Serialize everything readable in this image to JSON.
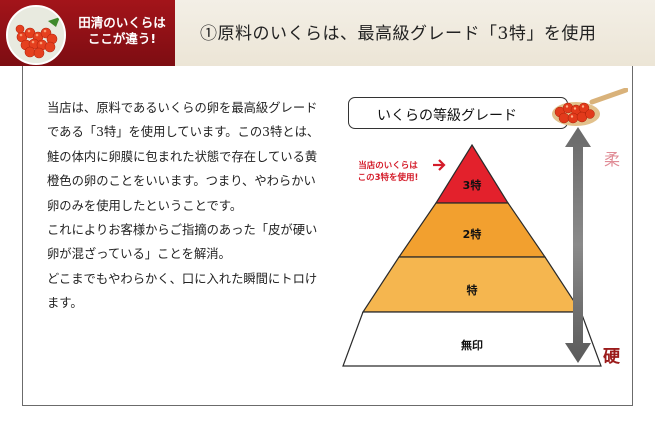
{
  "header": {
    "badge_line1": "田清のいくらは",
    "badge_line2": "ここが違う!",
    "title": "①原料のいくらは、最高級グレード「3特」を使用"
  },
  "body": {
    "paragraph1": "当店は、原料であるいくらの卵を最高級グレードである「3特」を使用しています。この3特とは、鮭の体内に卵膜に包まれた状態で存在している黄橙色の卵のことをいいます。つまり、やわらかい卵のみを使用したということです。",
    "paragraph2": "これによりお客様からご指摘のあった「皮が硬い卵が混ざっている」ことを解消。",
    "paragraph3": "どこまでもやわらかく、口に入れた瞬間にトロけます。"
  },
  "grade_chart": {
    "title": "いくらの等級グレード",
    "note_line1": "当店のいくらは",
    "note_line2": "この3特を使用!",
    "tiers": [
      "3特",
      "2特",
      "特",
      "無印"
    ],
    "soft_label": "柔",
    "hard_label": "硬"
  },
  "colors": {
    "header_red": "#a3141a",
    "tier_3toku": "#e3212c",
    "tier_2toku": "#f2a02f",
    "tier_toku": "#f5b64f",
    "tier_mujirushi": "#ffffff",
    "soft": "#e08c96",
    "hard": "#9b1b1b"
  }
}
